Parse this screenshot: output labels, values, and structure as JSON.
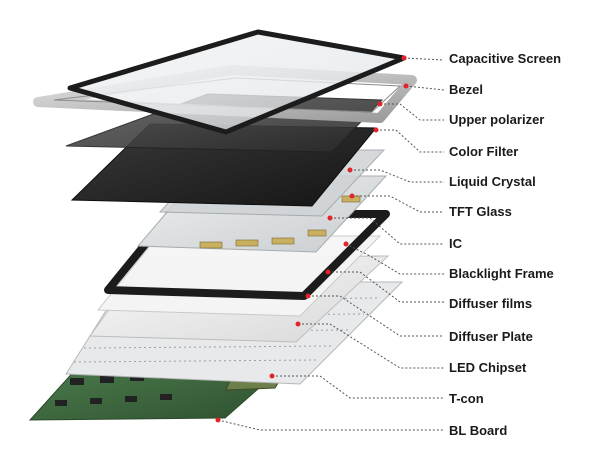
{
  "diagram": {
    "labels": [
      "Capacitive Screen",
      "Bezel",
      "Upper polarizer",
      "Color Filter",
      "Liquid Crystal",
      "TFT Glass",
      "IC",
      "Blacklight Frame",
      "Diffuser films",
      "Diffuser Plate",
      "LED Chipset",
      "T-con",
      "BL Board"
    ],
    "colors": {
      "leader_dot": "#e0242a",
      "leader_line": "#555555",
      "label_text": "#1a1a1a",
      "pcb_green": "#3c6b3c",
      "frame_black": "#1c1c1c",
      "bezel_silver": "#c9c9c9"
    }
  }
}
